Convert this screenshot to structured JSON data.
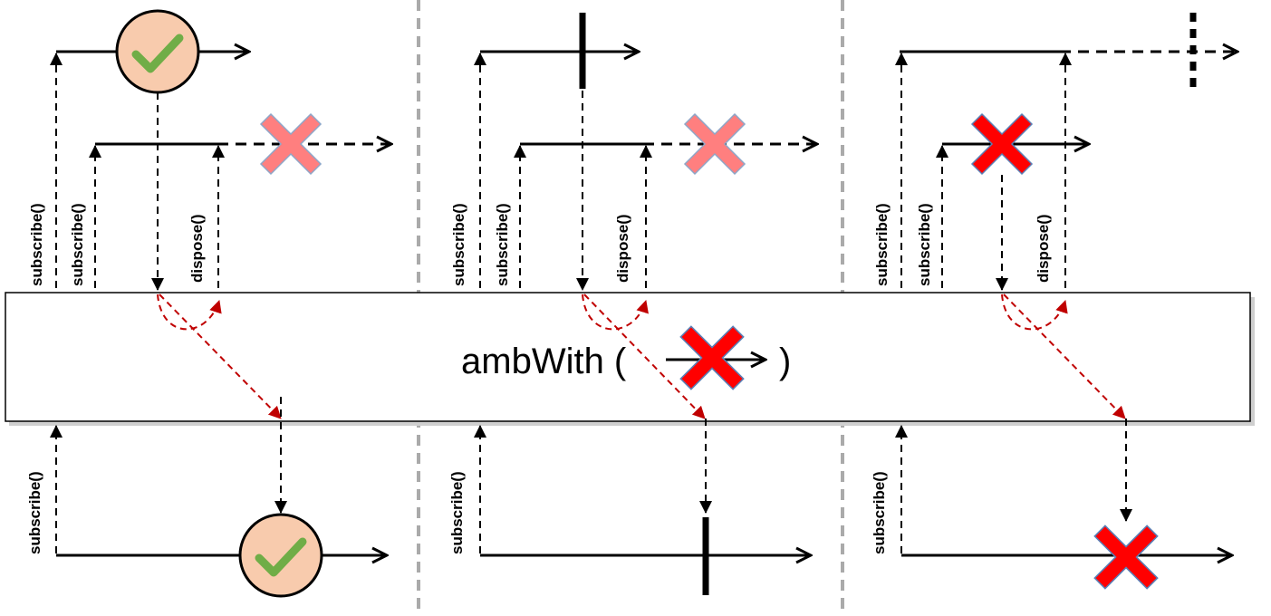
{
  "operator": {
    "label": "ambWith (",
    "label_close": ")"
  },
  "labels": {
    "subscribe": "subscribe()",
    "dispose": "dispose()"
  },
  "panels": [
    {
      "id": "success",
      "outcome": "success"
    },
    {
      "id": "complete",
      "outcome": "complete"
    },
    {
      "id": "error",
      "outcome": "error"
    }
  ],
  "colors": {
    "line": "#000000",
    "separator": "#aaaaaa",
    "interaction_arrow": "#c00000",
    "error_red": "#ff0000",
    "cancelled_pink": "#ff7f7f",
    "success_fill": "#f8cbad",
    "check_green": "#70ad47"
  },
  "icons": {
    "success": "check-circle-icon",
    "complete": "completion-bar-icon",
    "error": "error-x-icon",
    "cancelled": "cancelled-x-icon"
  }
}
